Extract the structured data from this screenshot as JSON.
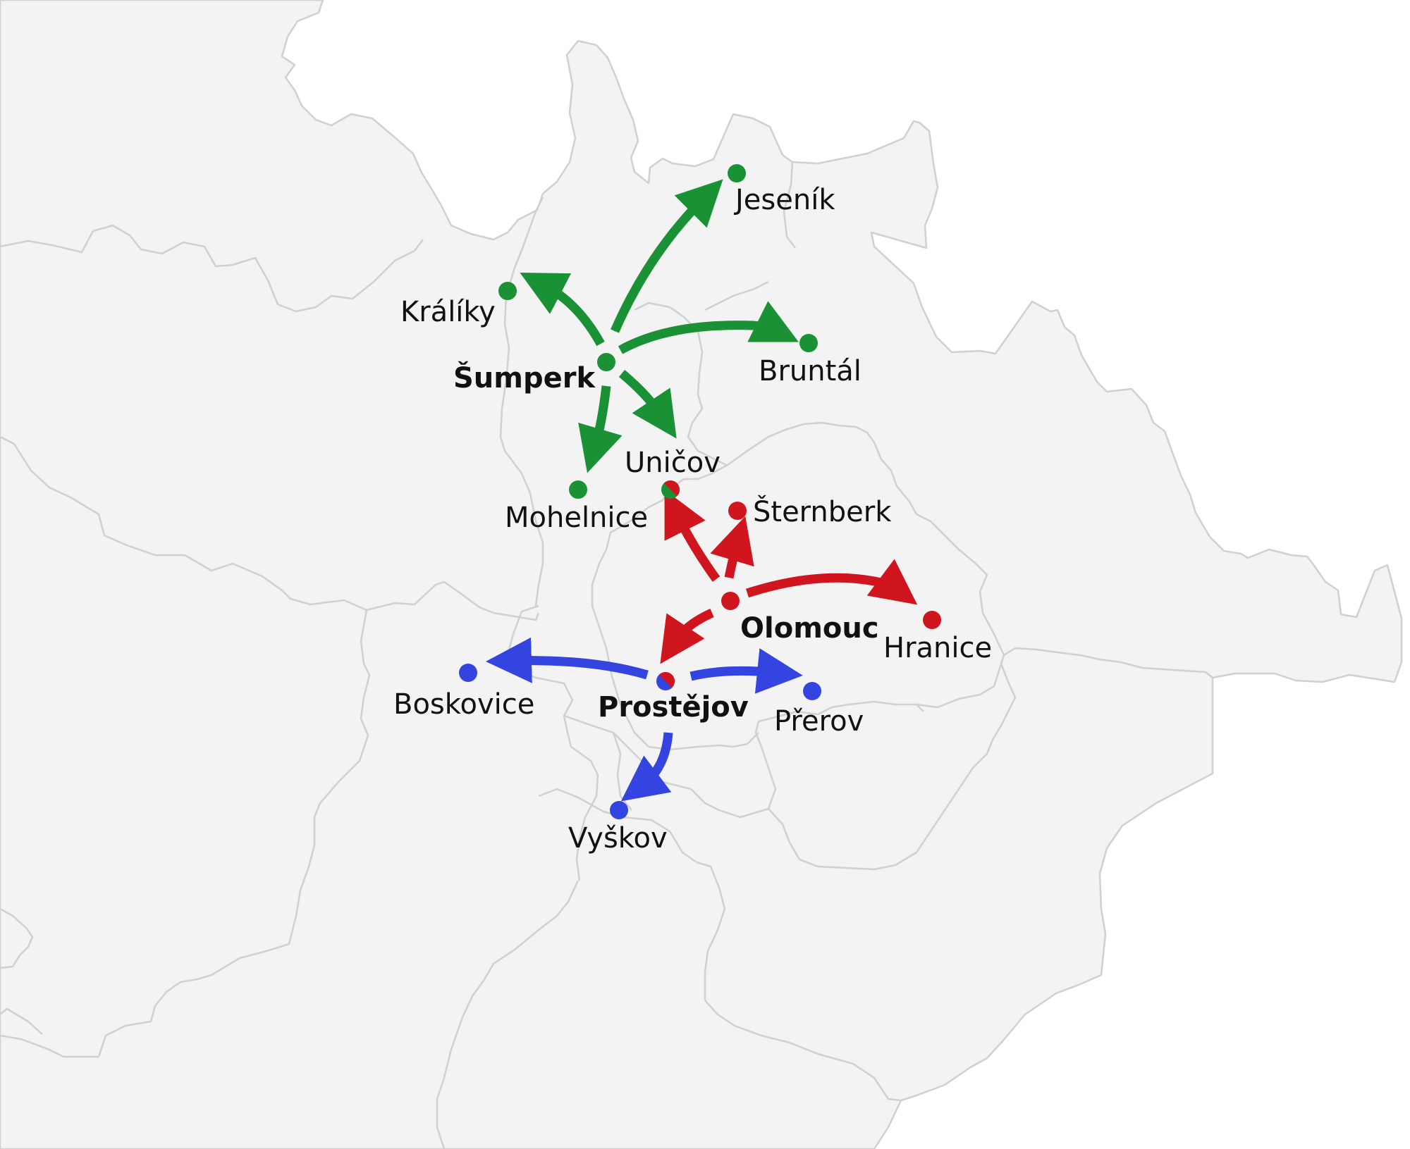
{
  "colors": {
    "land": "#f3f3f3",
    "border": "#d0d0d0",
    "green": "#1a9135",
    "red": "#d0151e",
    "blue": "#3344e0"
  },
  "cities": {
    "sumperk": {
      "label": "Šumperk",
      "hub": true,
      "color": "#1a9135"
    },
    "olomouc": {
      "label": "Olomouc",
      "hub": true,
      "color": "#d0151e"
    },
    "prostejov": {
      "label": "Prostějov",
      "hub": true,
      "color": "#3344e0",
      "split": "#d0151e"
    },
    "jesenik": {
      "label": "Jeseník",
      "color": "#1a9135"
    },
    "kraliky": {
      "label": "Králíky",
      "color": "#1a9135"
    },
    "bruntal": {
      "label": "Bruntál",
      "color": "#1a9135"
    },
    "unicov": {
      "label": "Uničov",
      "color": "#1a9135",
      "split": "#d0151e"
    },
    "mohelnice": {
      "label": "Mohelnice",
      "color": "#1a9135"
    },
    "sternberk": {
      "label": "Šternberk",
      "color": "#d0151e"
    },
    "hranice": {
      "label": "Hranice",
      "color": "#d0151e"
    },
    "boskovice": {
      "label": "Boskovice",
      "color": "#3344e0"
    },
    "prerov": {
      "label": "Přerov",
      "color": "#3344e0"
    },
    "vyskov": {
      "label": "Vyškov",
      "color": "#3344e0"
    }
  },
  "routes": [
    {
      "from": "sumperk",
      "to": "jesenik",
      "color": "green"
    },
    {
      "from": "sumperk",
      "to": "kraliky",
      "color": "green"
    },
    {
      "from": "sumperk",
      "to": "bruntal",
      "color": "green"
    },
    {
      "from": "sumperk",
      "to": "unicov",
      "color": "green"
    },
    {
      "from": "sumperk",
      "to": "mohelnice",
      "color": "green"
    },
    {
      "from": "olomouc",
      "to": "unicov",
      "color": "red"
    },
    {
      "from": "olomouc",
      "to": "sternberk",
      "color": "red"
    },
    {
      "from": "olomouc",
      "to": "hranice",
      "color": "red"
    },
    {
      "from": "olomouc",
      "to": "prostejov",
      "color": "red"
    },
    {
      "from": "prostejov",
      "to": "boskovice",
      "color": "blue"
    },
    {
      "from": "prostejov",
      "to": "prerov",
      "color": "blue"
    },
    {
      "from": "prostejov",
      "to": "vyskov",
      "color": "blue"
    }
  ]
}
